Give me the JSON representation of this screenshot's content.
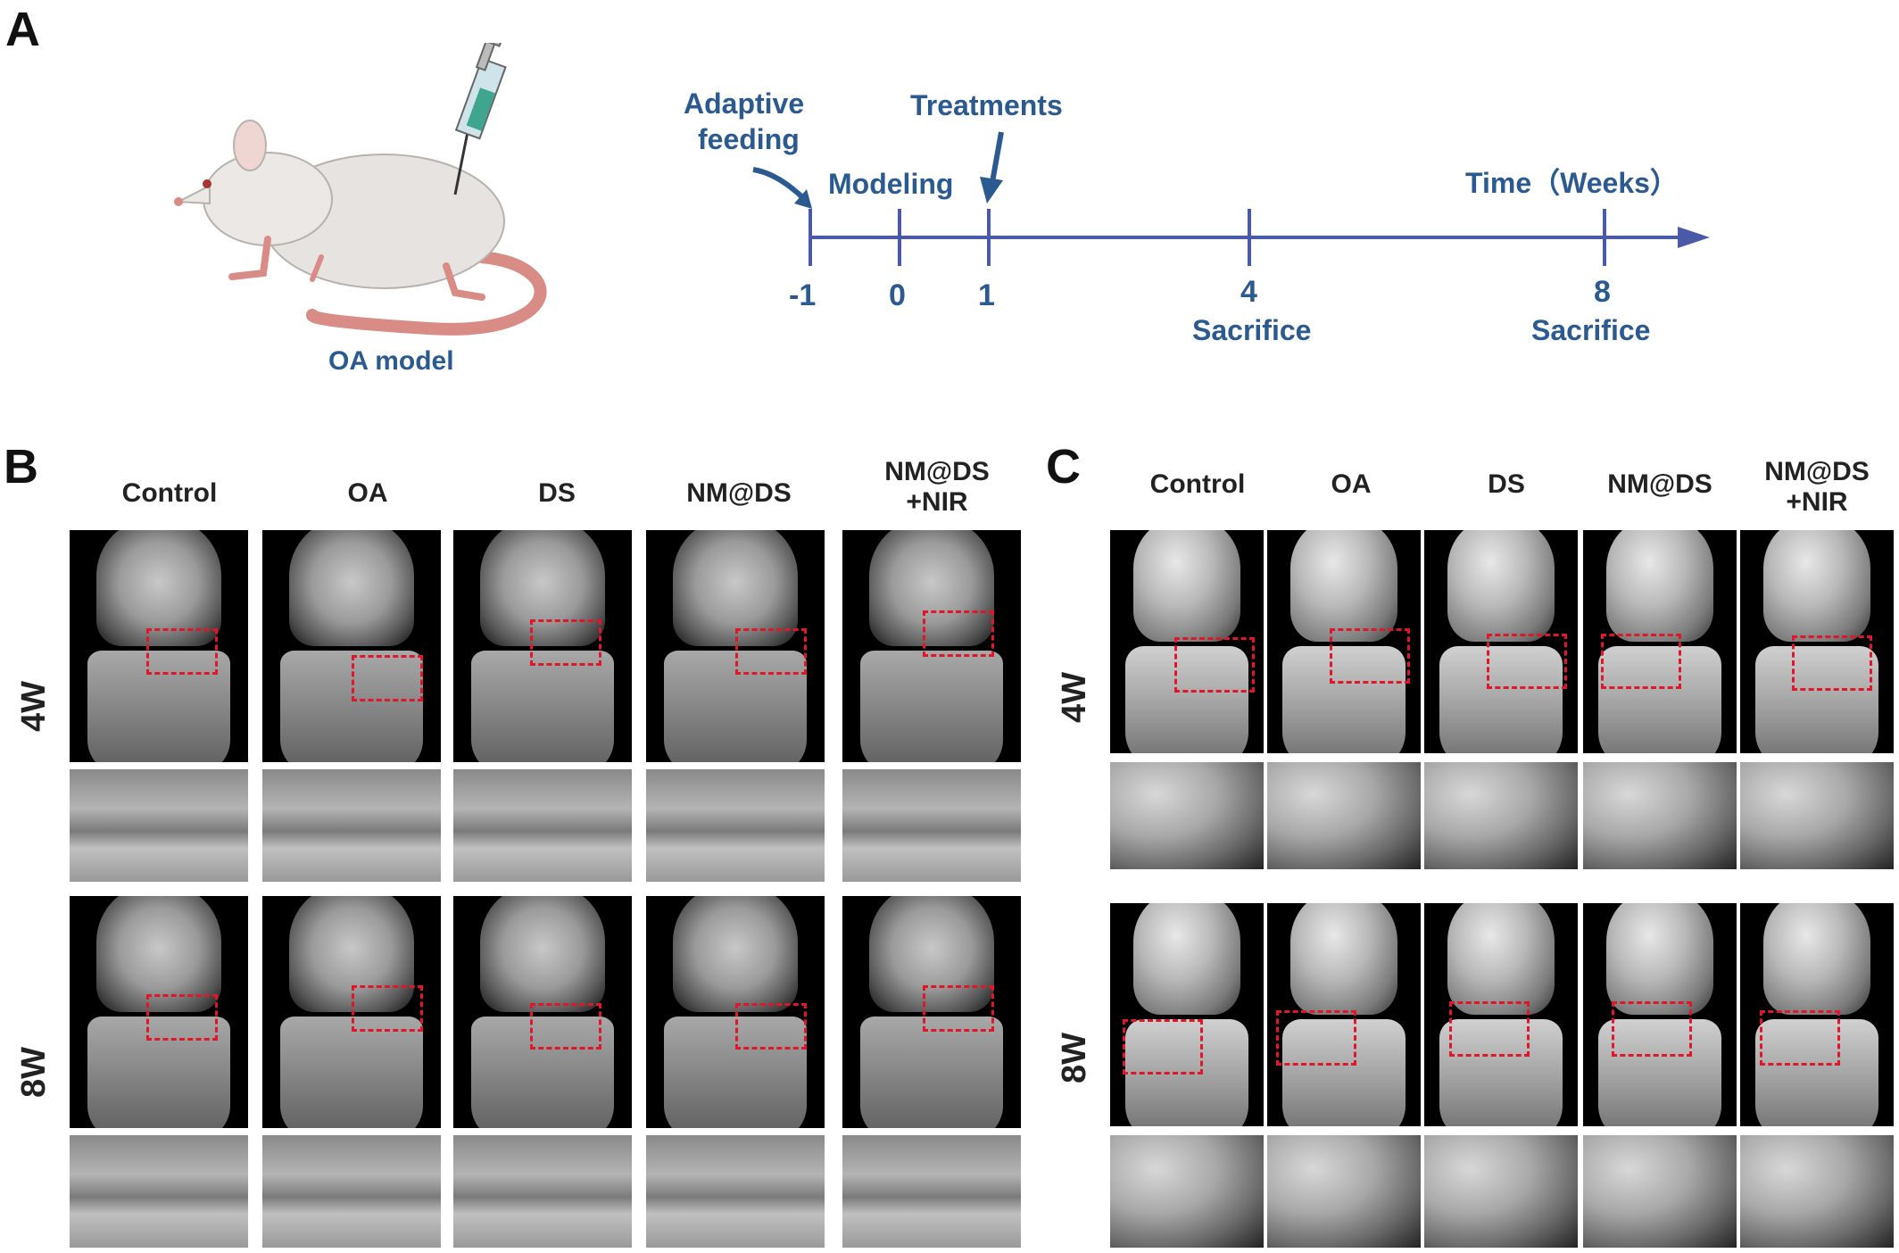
{
  "panels": {
    "a": "A",
    "b": "B",
    "c": "C"
  },
  "panel_a": {
    "model_label": "OA model",
    "timeline": {
      "adaptive_feeding_1": "Adaptive",
      "adaptive_feeding_2": "feeding",
      "treatments": "Treatments",
      "modeling": "Modeling",
      "axis_title": "Time（Weeks）",
      "ticks": [
        "-1",
        "0",
        "1",
        "4",
        "8"
      ],
      "sacrifice_4": "Sacrifice",
      "sacrifice_8": "Sacrifice"
    },
    "colors": {
      "timeline": "#4a5aa8",
      "text": "#2a5a8f"
    }
  },
  "panel_b": {
    "columns": [
      "Control",
      "OA",
      "DS",
      "NM@DS",
      "NM@DS\n+NIR"
    ],
    "rows": [
      "4W",
      "8W"
    ]
  },
  "panel_c": {
    "columns": [
      "Control",
      "OA",
      "DS",
      "NM@DS",
      "NM@DS\n+NIR"
    ],
    "rows": [
      "4W",
      "8W"
    ]
  },
  "colors": {
    "highlight": "#e0162b"
  }
}
